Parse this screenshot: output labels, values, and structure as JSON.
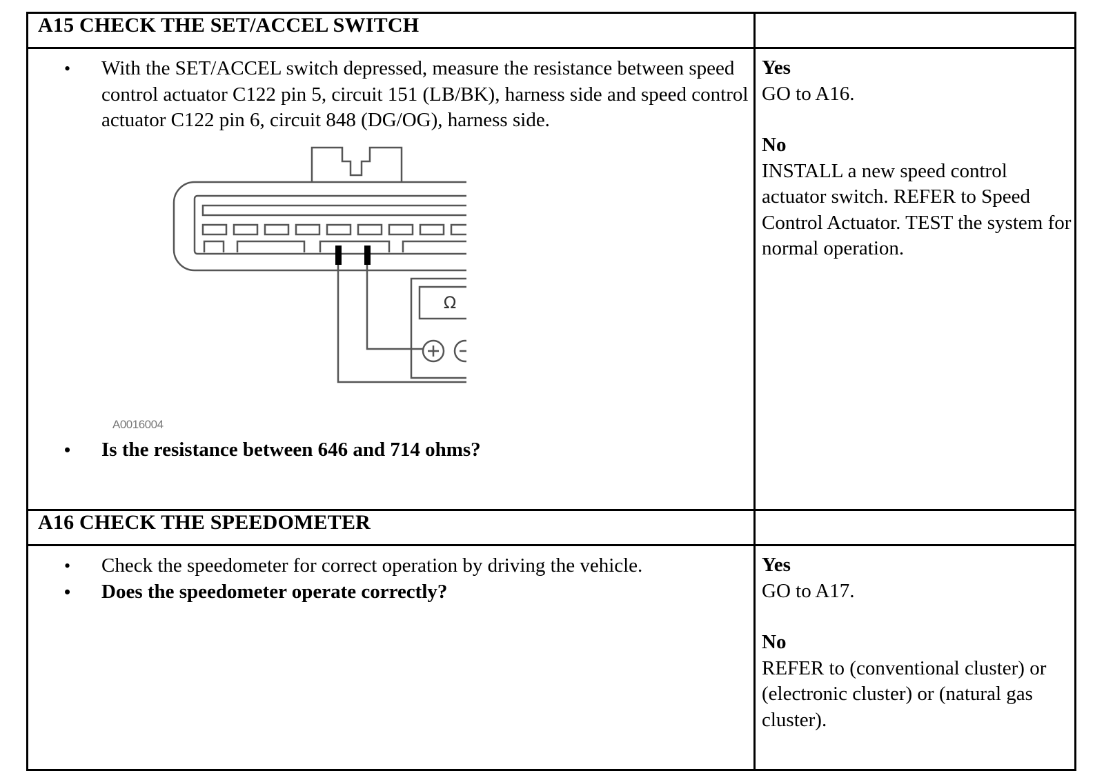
{
  "steps": [
    {
      "title": "A15 CHECK THE SET/ACCEL SWITCH",
      "instruction": "With the SET/ACCEL switch depressed, measure the resistance between speed control actuator C122 pin 5, circuit 151 (LB/BK), harness side and speed control actuator C122 pin 6, circuit 848 (DG/OG), harness side.",
      "figure_id": "A0016004",
      "meter_symbol": "Ω",
      "question": "Is the resistance between 646 and 714 ohms?",
      "yes_label": "Yes",
      "yes_action": "GO to A16.",
      "no_label": "No",
      "no_action": "INSTALL a new speed control actuator switch. REFER to Speed Control Actuator. TEST the system for normal operation."
    },
    {
      "title": "A16 CHECK THE SPEEDOMETER",
      "instruction": "Check the speedometer for correct operation by driving the vehicle.",
      "question": "Does the speedometer operate correctly?",
      "yes_label": "Yes",
      "yes_action": "GO to A17.",
      "no_label": "No",
      "no_action": "REFER to (conventional cluster) or (electronic cluster) or (natural gas cluster)."
    }
  ]
}
